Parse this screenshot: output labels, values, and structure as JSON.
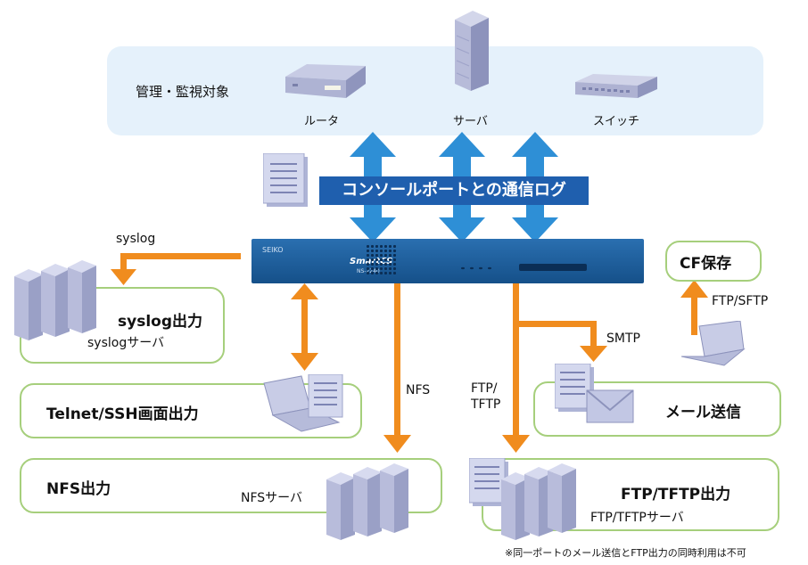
{
  "managed": {
    "heading": "管理・監視対象",
    "devices": [
      {
        "label": "ルータ",
        "icon": "router-icon"
      },
      {
        "label": "サーバ",
        "icon": "server-icon"
      },
      {
        "label": "スイッチ",
        "icon": "switch-icon"
      }
    ]
  },
  "banner": "コンソールポートとの通信ログ",
  "device": {
    "brand": "SEIKO",
    "model": "SmartCS",
    "submodel": "NS-2240"
  },
  "outputs": {
    "syslog": {
      "title": "syslog出力",
      "server": "syslogサーバ",
      "arrow_label": "syslog"
    },
    "telnet": {
      "title": "Telnet/SSH画面出力"
    },
    "nfs": {
      "title": "NFS出力",
      "server": "NFSサーバ",
      "arrow_label": "NFS"
    },
    "ftp": {
      "title": "FTP/TFTP出力",
      "server": "FTP/TFTPサーバ",
      "arrow_label_1": "FTP/",
      "arrow_label_2": "TFTP"
    },
    "mail": {
      "title": "メール送信",
      "arrow_label": "SMTP"
    },
    "cf": {
      "title": "CF保存",
      "arrow_label": "FTP/SFTP"
    }
  },
  "footnote": "※同一ポートのメール送信とFTP出力の同時利用は不可",
  "colors": {
    "orange": "#f08c1e",
    "blue_arrow": "#2e8fd6",
    "green_border": "#a6cf7c",
    "light_blue_bg": "#e3f0fa",
    "banner_blue": "#1f5fae"
  }
}
